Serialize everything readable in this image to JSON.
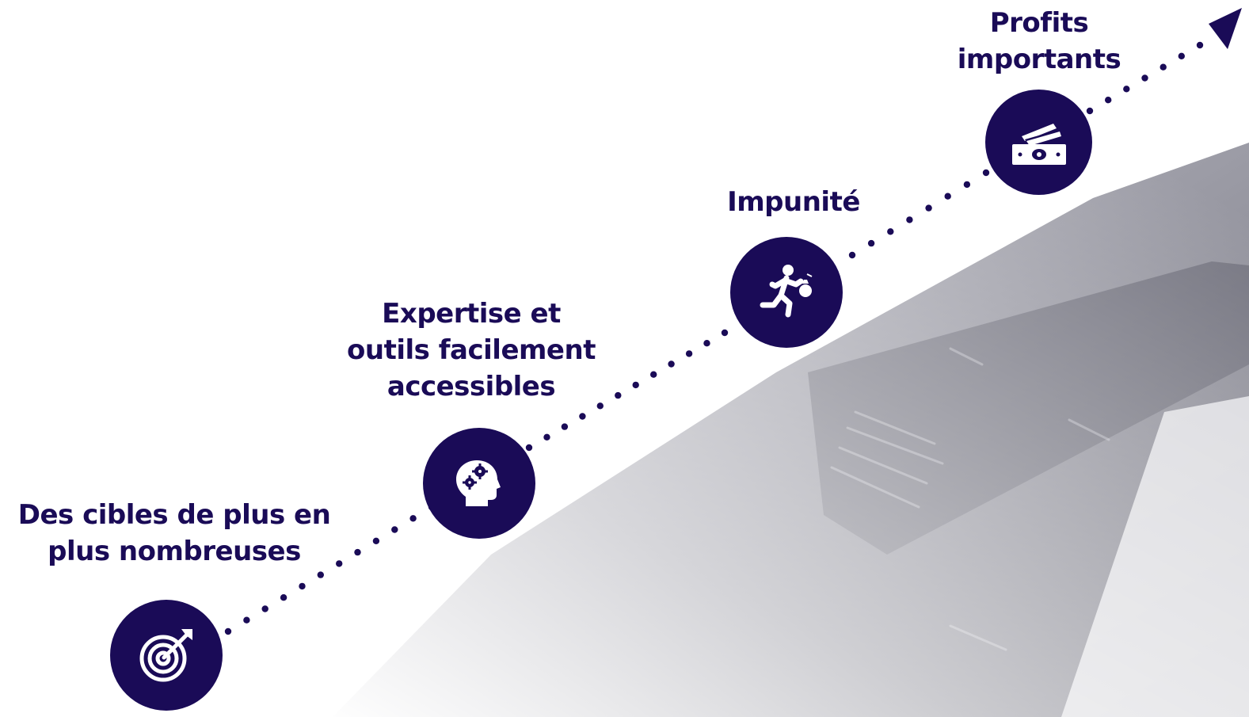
{
  "diagram": {
    "steps": [
      {
        "icon": "target-icon",
        "label_lines": [
          "Des cibles de plus en",
          "plus nombreuses"
        ]
      },
      {
        "icon": "head-gears-icon",
        "label_lines": [
          "Expertise et",
          "outils facilement",
          "accessibles"
        ]
      },
      {
        "icon": "running-thief-icon",
        "label_lines": [
          "Impunité"
        ]
      },
      {
        "icon": "money-bills-icon",
        "label_lines": [
          "Profits",
          "importants"
        ]
      }
    ],
    "colors": {
      "accent": "#1a0b57",
      "icon": "#ffffff",
      "background": "#ffffff",
      "photo_tint": "#8a8a96"
    }
  }
}
